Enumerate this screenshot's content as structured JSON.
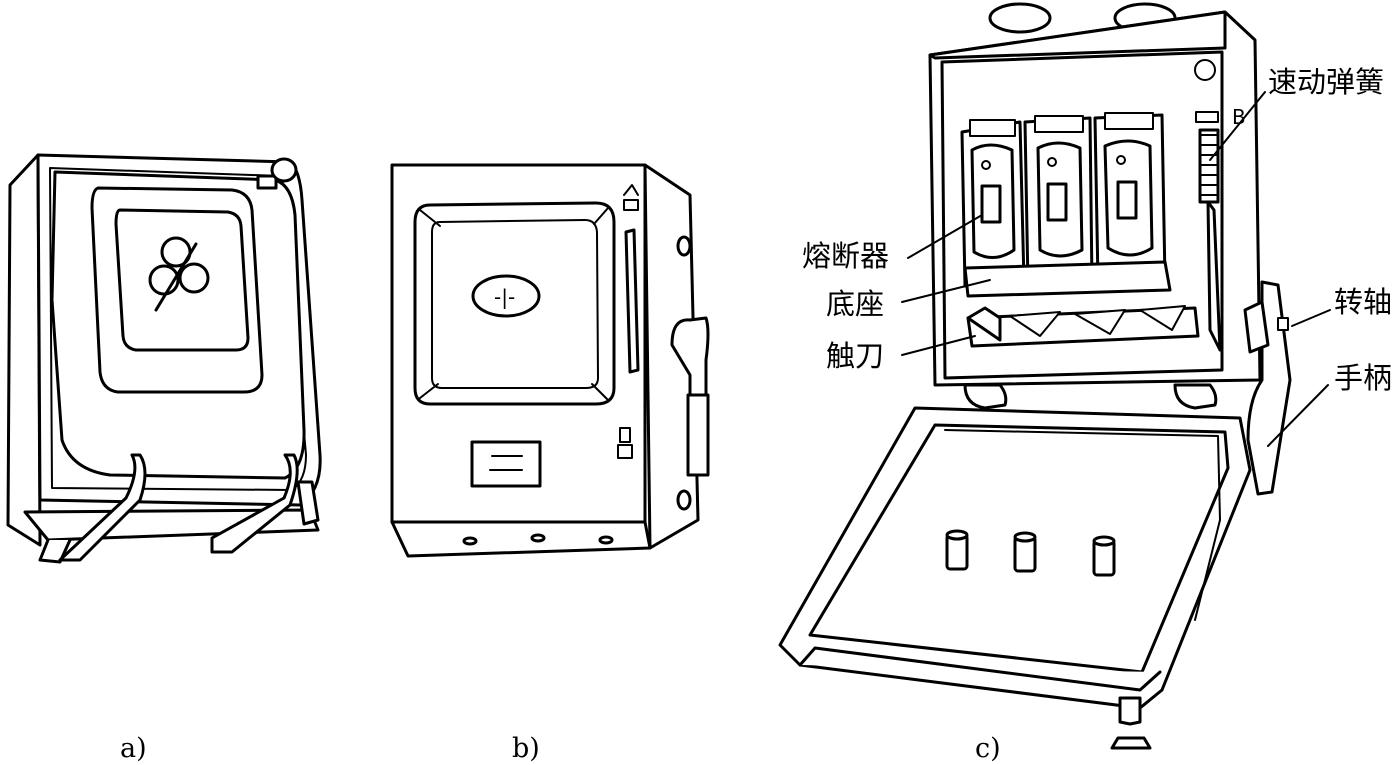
{
  "panels": {
    "a": {
      "caption": "a)"
    },
    "b": {
      "caption": "b)"
    },
    "c": {
      "caption": "c)",
      "labels": {
        "spring": "速动弹簧",
        "fuse": "熔断器",
        "base": "底座",
        "blade": "触刀",
        "shaft": "转轴",
        "handle": "手柄"
      }
    }
  }
}
